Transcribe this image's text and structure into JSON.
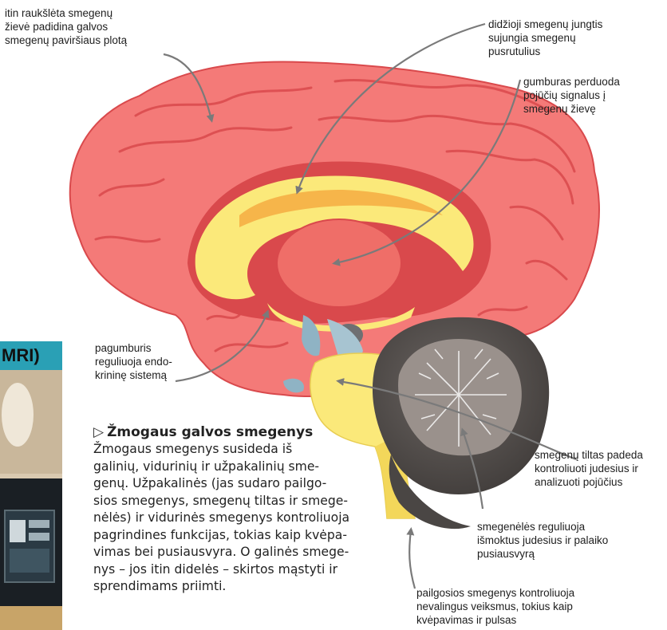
{
  "labels": {
    "cortex": [
      "itin raukšlėta smegenų",
      "žievė padidina galvos",
      "smegenų paviršiaus plotą"
    ],
    "corpus_callosum": [
      "didžioji smegenų jungtis",
      "sujungia smegenų",
      "pusrutulius"
    ],
    "thalamus": [
      "gumburas perduoda",
      "pojūčių signalus į",
      "smegenų žievę"
    ],
    "hypothalamus": [
      "pagumburis",
      "reguliuoja endo-",
      "krininę sistemą"
    ],
    "pons": [
      "smegenų tiltas padeda",
      "kontroliuoti judesius ir",
      "analizuoti pojūčius"
    ],
    "cerebellum": [
      "smegenėlės reguliuoja",
      "išmoktus judesius ir palaiko",
      "pusiausvyrą"
    ],
    "medulla": [
      "pailgosios smegenys kontroliuoja",
      "nevalingus veiksmus, tokius kaip",
      "kvėpavimas ir pulsas"
    ]
  },
  "panel": {
    "marker": "▷",
    "title": "Žmogaus galvos smegenys",
    "lines": [
      "Žmogaus smegenys susideda iš",
      "galinių, vidurinių ir užpakalinių sme-",
      "genų. Užpakalinės (jas sudaro pailgo-",
      "sios smegenys, smegenų tiltas ir smege-",
      "nėlės) ir vidurinės smegenys kontroliuoja",
      "pagrindines funkcijas, tokias kaip kvėpa-",
      "vimas bei pusiausvyra. O galinės smege-",
      "nys – jos itin didelės – skirtos mąstyti ir",
      "sprendimams priimti."
    ]
  },
  "photo_title": "MRI)",
  "colors": {
    "cortex": "#f47a78",
    "cortex_dark": "#d9494c",
    "yellow": "#fbe97a",
    "orange": "#f6b54a",
    "thalamus": "#ef6e68",
    "cerebellum": "#5b5653",
    "cerebellum_inner": "#9a918c",
    "brainstem_blue": "#8fb3c4",
    "arrow": "#7a7a7a",
    "photo_accent": "#2aa0b5"
  }
}
